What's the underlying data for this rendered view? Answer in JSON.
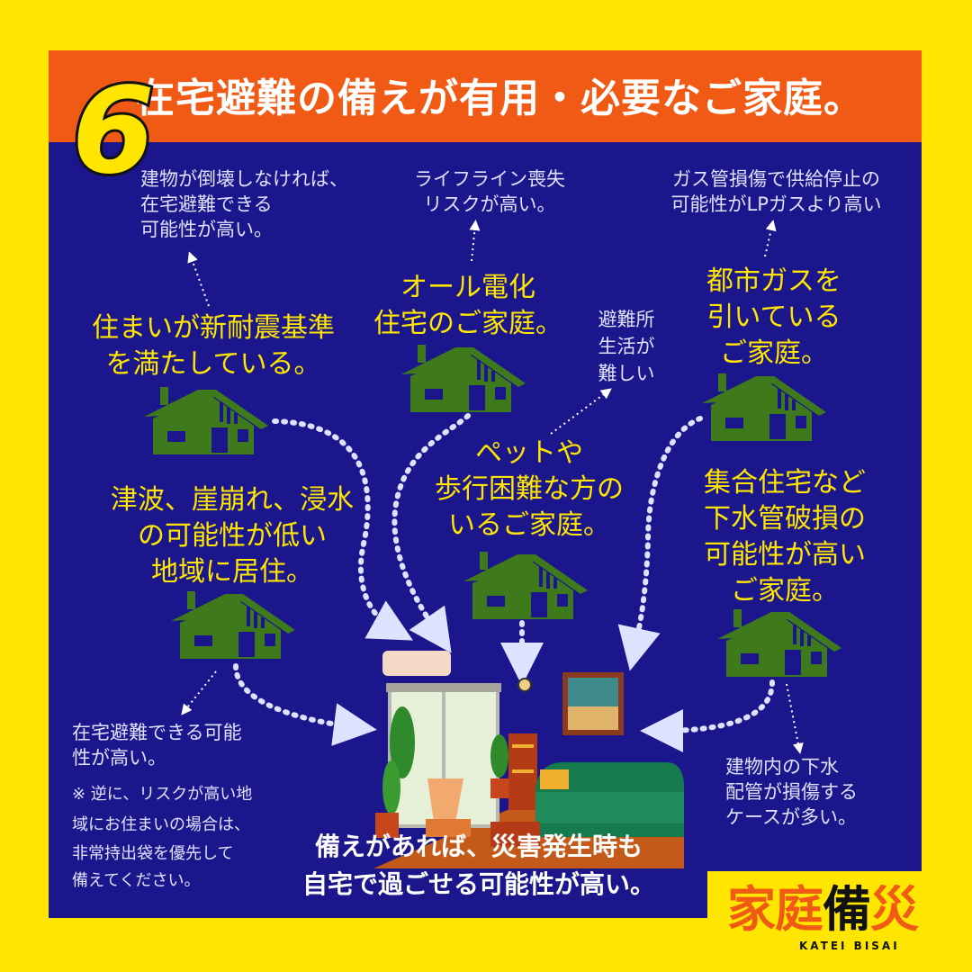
{
  "header": {
    "number": "6",
    "title": "在宅避難の備えが有用・必要なご家庭。"
  },
  "cases": {
    "earthquake": {
      "label_line1": "住まいが新耐震基準",
      "label_line2": "を満たしている。",
      "note_line1": "建物が倒壊しなければ、",
      "note_line2": "在宅避難できる",
      "note_line3": "可能性が高い。"
    },
    "all_electric": {
      "label_line1": "オール電化",
      "label_line2": "住宅のご家庭。",
      "note_line1": "ライフライン喪失",
      "note_line2": "リスクが高い。"
    },
    "city_gas": {
      "label_line1": "都市ガスを",
      "label_line2": "引いている",
      "label_line3": "ご家庭。",
      "note_line1": "ガス管損傷で供給停止の",
      "note_line2": "可能性がLPガスより高い"
    },
    "pet": {
      "label_line1": "ペットや",
      "label_line2": "歩行困難な方の",
      "label_line3": "いるご家庭。",
      "note_line1": "避難所",
      "note_line2": "生活が",
      "note_line3": "難しい"
    },
    "tsunami": {
      "label_line1": "津波、崖崩れ、浸水",
      "label_line2": "の可能性が低い",
      "label_line3": "地域に居住。",
      "note_line1": "在宅避難できる可能",
      "note_line2": "性が高い。",
      "note_line3": "※ 逆に、リスクが高い地",
      "note_line4": "域にお住まいの場合は、",
      "note_line5": "非常持出袋を優先して",
      "note_line6": "備えてください。"
    },
    "apartment": {
      "label_line1": "集合住宅など",
      "label_line2": "下水管破損の",
      "label_line3": "可能性が高い",
      "label_line4": "ご家庭。",
      "note_line1": "建物内の下水",
      "note_line2": "配管が損傷する",
      "note_line3": "ケースが多い。"
    }
  },
  "summary": {
    "line1": "備えがあれば、災害発生時も",
    "line2": "自宅で過ごせる可能性が高い。"
  },
  "logo": {
    "part1": "家庭",
    "part2": "備",
    "part3": "災",
    "romaji": "KATEI BISAI"
  },
  "colors": {
    "background": "#FFE600",
    "panel": "#1B168B",
    "header": "#F05A14",
    "accent_text": "#FFE600",
    "house": "#3E7A1C"
  }
}
